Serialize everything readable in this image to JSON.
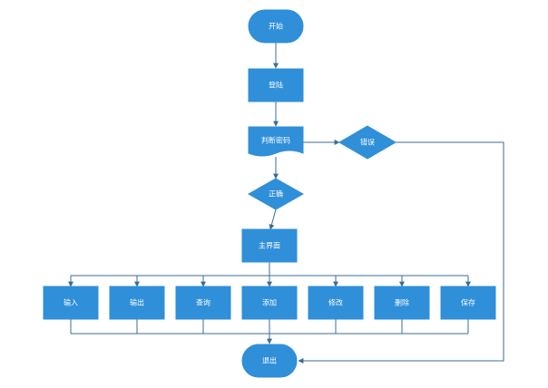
{
  "nodes": {
    "start": "开始",
    "login": "登陆",
    "check_password": "判断密码",
    "wrong": "错误",
    "correct": "正确",
    "main_ui": "主界面",
    "input": "输入",
    "output": "输出",
    "query": "查询",
    "add": "添加",
    "modify": "修改",
    "delete": "删除",
    "save": "保存",
    "exit": "退出"
  },
  "colors": {
    "node_fill": "#2f8fd8",
    "connector": "#3a6e93",
    "label_text": "#ffffff"
  }
}
